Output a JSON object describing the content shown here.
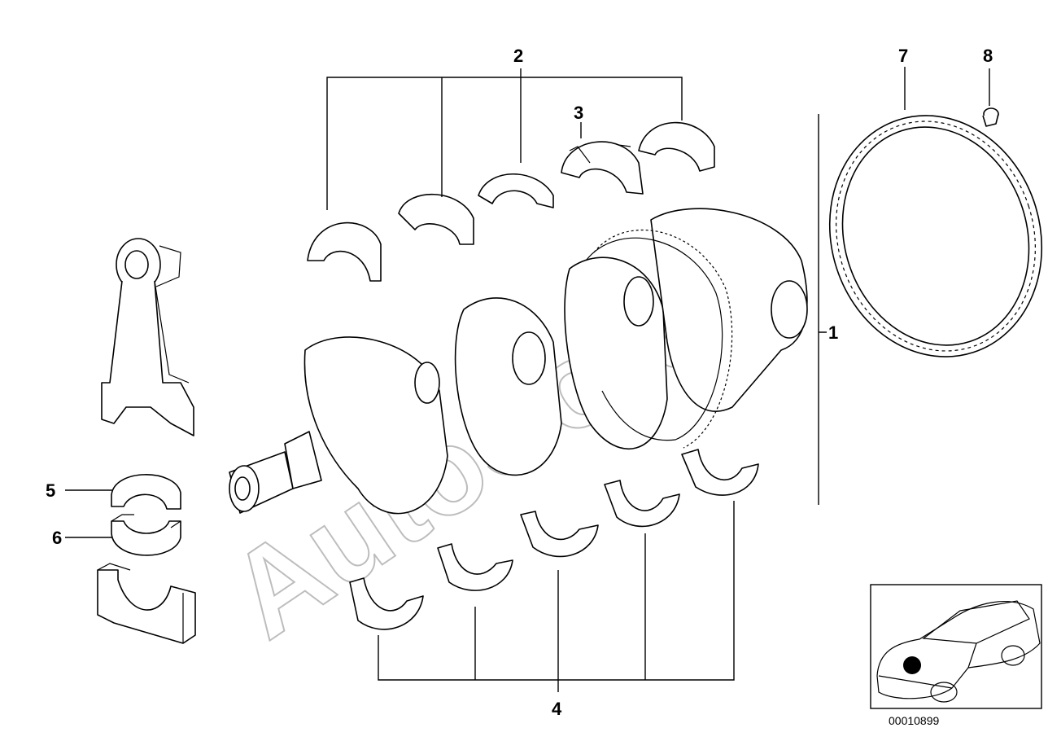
{
  "callouts": {
    "c1": "1",
    "c2": "2",
    "c3": "3",
    "c4": "4",
    "c5": "5",
    "c6": "6",
    "c7": "7",
    "c8": "8"
  },
  "watermark": "AutoSoft",
  "reference_number": "00010899",
  "parts": [
    {
      "callout": "1",
      "icon": "crankshaft-icon"
    },
    {
      "callout": "2",
      "icon": "main-bearing-shell-upper-icon"
    },
    {
      "callout": "3",
      "icon": "thrust-bearing-shell-icon"
    },
    {
      "callout": "4",
      "icon": "main-bearing-shell-lower-icon"
    },
    {
      "callout": "5",
      "icon": "conrod-bearing-upper-icon"
    },
    {
      "callout": "6",
      "icon": "conrod-bearing-lower-icon"
    },
    {
      "callout": "7",
      "icon": "increment-wheel-icon"
    },
    {
      "callout": "8",
      "icon": "screw-icon"
    }
  ],
  "thumbnail": {
    "icon": "car-location-icon",
    "marker_color": "#000000"
  }
}
